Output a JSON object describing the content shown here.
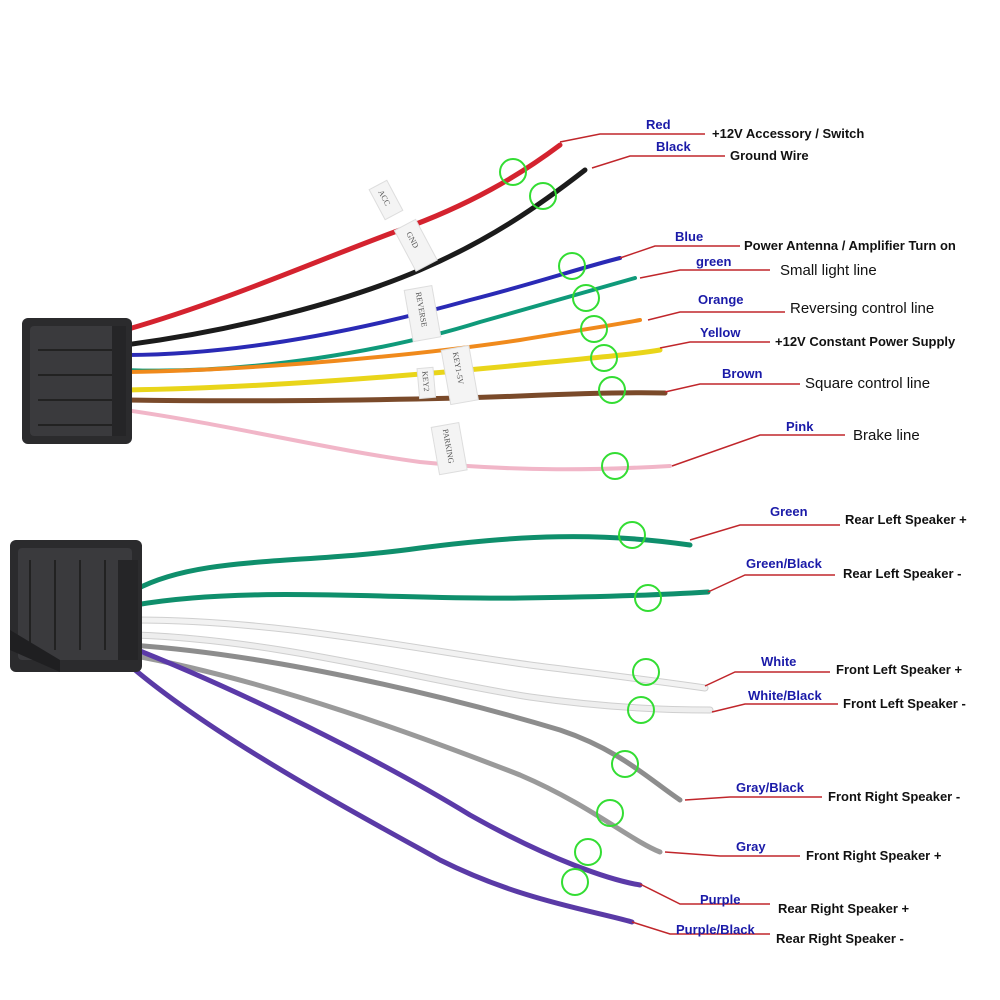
{
  "colors": {
    "label_text": "#1a1aa8",
    "leader_line": "#c0262b",
    "marker_circle": "#33dd33",
    "connector": "#2b2b2d"
  },
  "tags": {
    "acc": "ACC",
    "gnd": "GND",
    "reverse": "REVERSE",
    "key": "KEY1-5V",
    "key2": "KEY2",
    "parking": "PARKING"
  },
  "wires": [
    {
      "color_label": "Red",
      "function": "+12V  Accessory / Switch",
      "wire_color": "#d4232f"
    },
    {
      "color_label": "Black",
      "function": "Ground Wire",
      "wire_color": "#1b1b1b"
    },
    {
      "color_label": "Blue",
      "function": "Power Antenna / Amplifier Turn on",
      "wire_color": "#2a2ab5"
    },
    {
      "color_label": "green",
      "function": "Small light line",
      "wire_color": "#0f9a7a"
    },
    {
      "color_label": "Orange",
      "function": "Reversing control line",
      "wire_color": "#f08a1c"
    },
    {
      "color_label": "Yellow",
      "function": "+12V Constant Power Supply",
      "wire_color": "#e9d51a"
    },
    {
      "color_label": "Brown",
      "function": "Square control line",
      "wire_color": "#7a4a2a"
    },
    {
      "color_label": "Pink",
      "function": "Brake line",
      "wire_color": "#f1b6c8"
    },
    {
      "color_label": "Green",
      "function": "Rear Left Speaker +",
      "wire_color": "#0f8f6c"
    },
    {
      "color_label": "Green/Black",
      "function": "Rear Left Speaker -",
      "wire_color": "#0f8f6c"
    },
    {
      "color_label": "White",
      "function": "Front Left Speaker +",
      "wire_color": "#f2f2f2"
    },
    {
      "color_label": "White/Black",
      "function": "Front Left Speaker -",
      "wire_color": "#eeeeee"
    },
    {
      "color_label": "Gray/Black",
      "function": "Front Right Speaker -",
      "wire_color": "#8d8d8d"
    },
    {
      "color_label": "Gray",
      "function": "Front Right Speaker +",
      "wire_color": "#9a9a9a"
    },
    {
      "color_label": "Purple",
      "function": "Rear Right Speaker +",
      "wire_color": "#5b3aa8"
    },
    {
      "color_label": "Purple/Black",
      "function": "Rear Right Speaker -",
      "wire_color": "#5a3aa6"
    }
  ]
}
